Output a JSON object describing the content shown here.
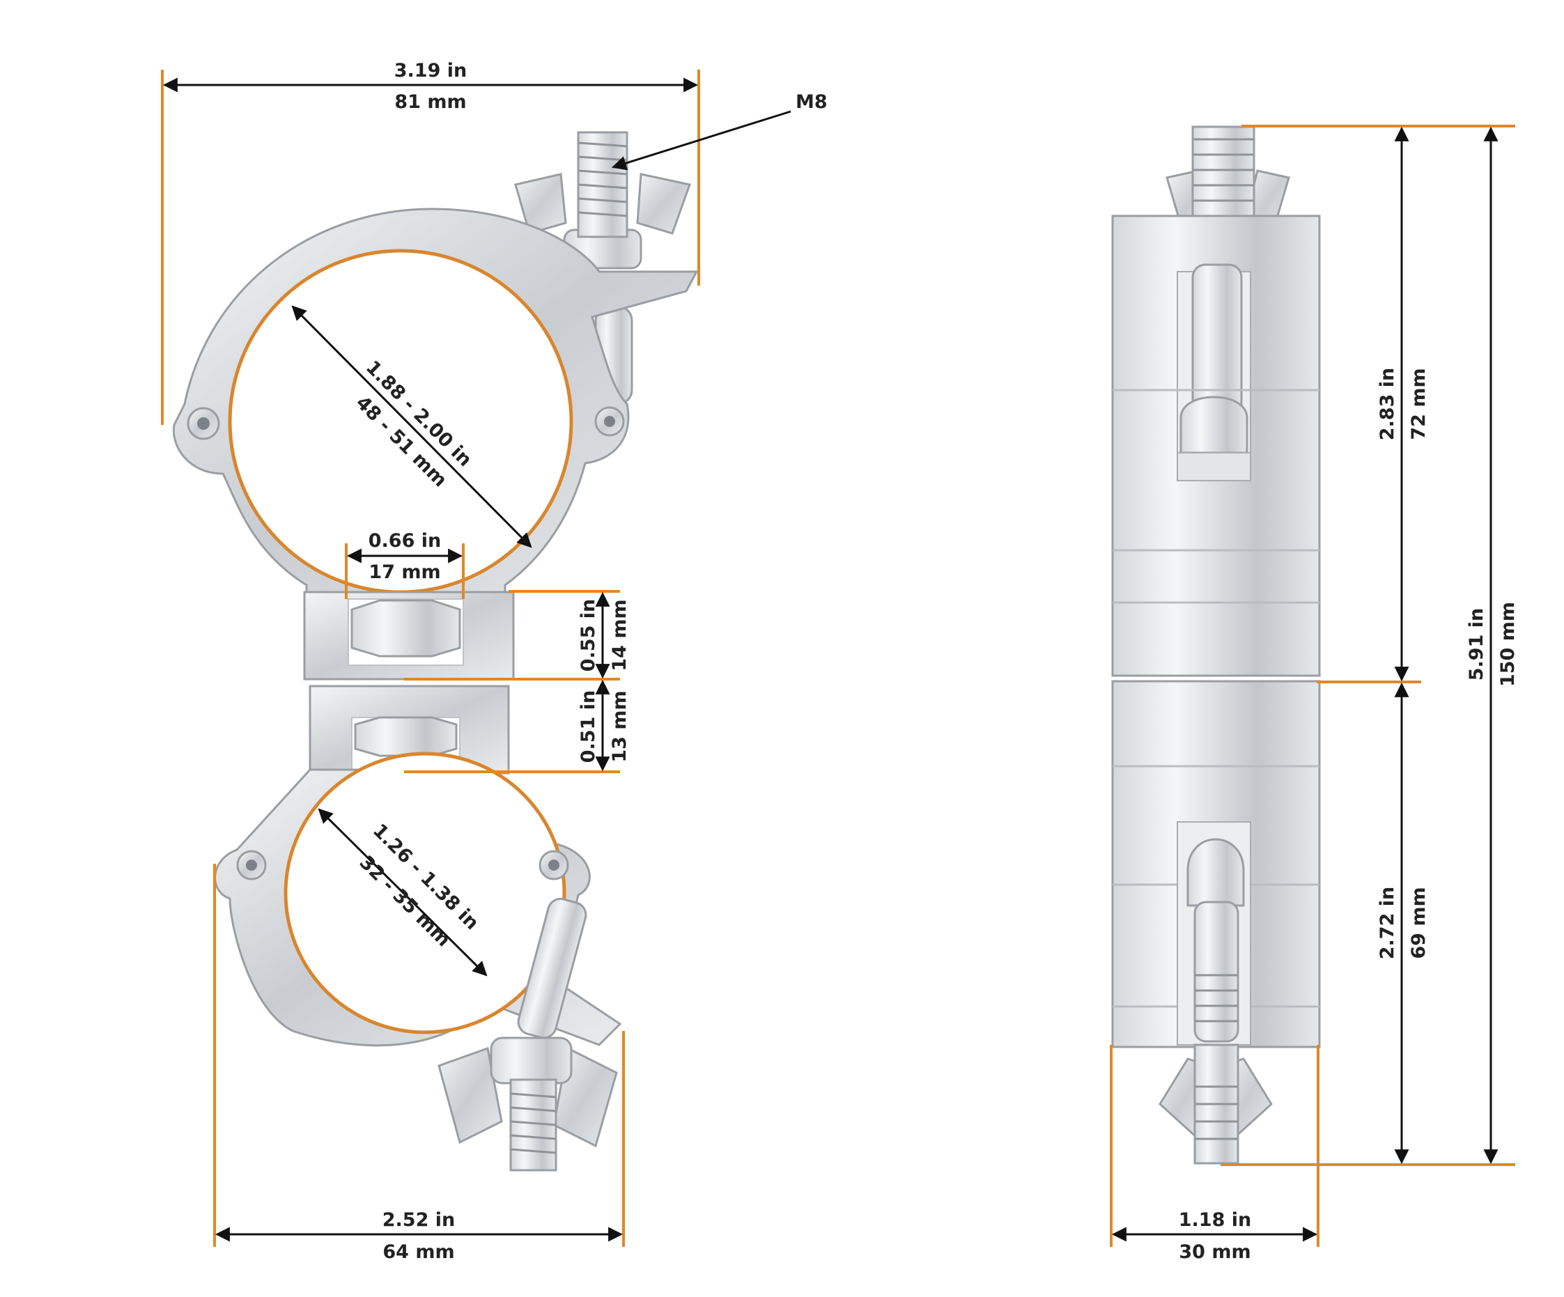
{
  "colors": {
    "accent_orange": "#e0882a",
    "dimension_black": "#111111",
    "metal_light": "#f1f2f3",
    "metal_mid": "#c8ccd0",
    "metal_dark": "#9a9ea3"
  },
  "front_view": {
    "overall_width": {
      "imperial": "3.19 in",
      "metric": "81 mm"
    },
    "bolt_label": "M8",
    "large_bore": {
      "imperial": "1.88 - 2.00 in",
      "metric": "48 - 51 mm"
    },
    "gap_width": {
      "imperial": "0.66 in",
      "metric": "17 mm"
    },
    "upper_block_height": {
      "imperial": "0.55 in",
      "metric": "14 mm"
    },
    "lower_block_height": {
      "imperial": "0.51 in",
      "metric": "13 mm"
    },
    "small_bore": {
      "imperial": "1.26 - 1.38 in",
      "metric": "32 - 35 mm"
    },
    "lower_width": {
      "imperial": "2.52 in",
      "metric": "64 mm"
    }
  },
  "side_view": {
    "upper_height": {
      "imperial": "2.83 in",
      "metric": "72 mm"
    },
    "lower_height": {
      "imperial": "2.72 in",
      "metric": "69 mm"
    },
    "total_height": {
      "imperial": "5.91 in",
      "metric": "150 mm"
    },
    "depth": {
      "imperial": "1.18 in",
      "metric": "30 mm"
    }
  }
}
